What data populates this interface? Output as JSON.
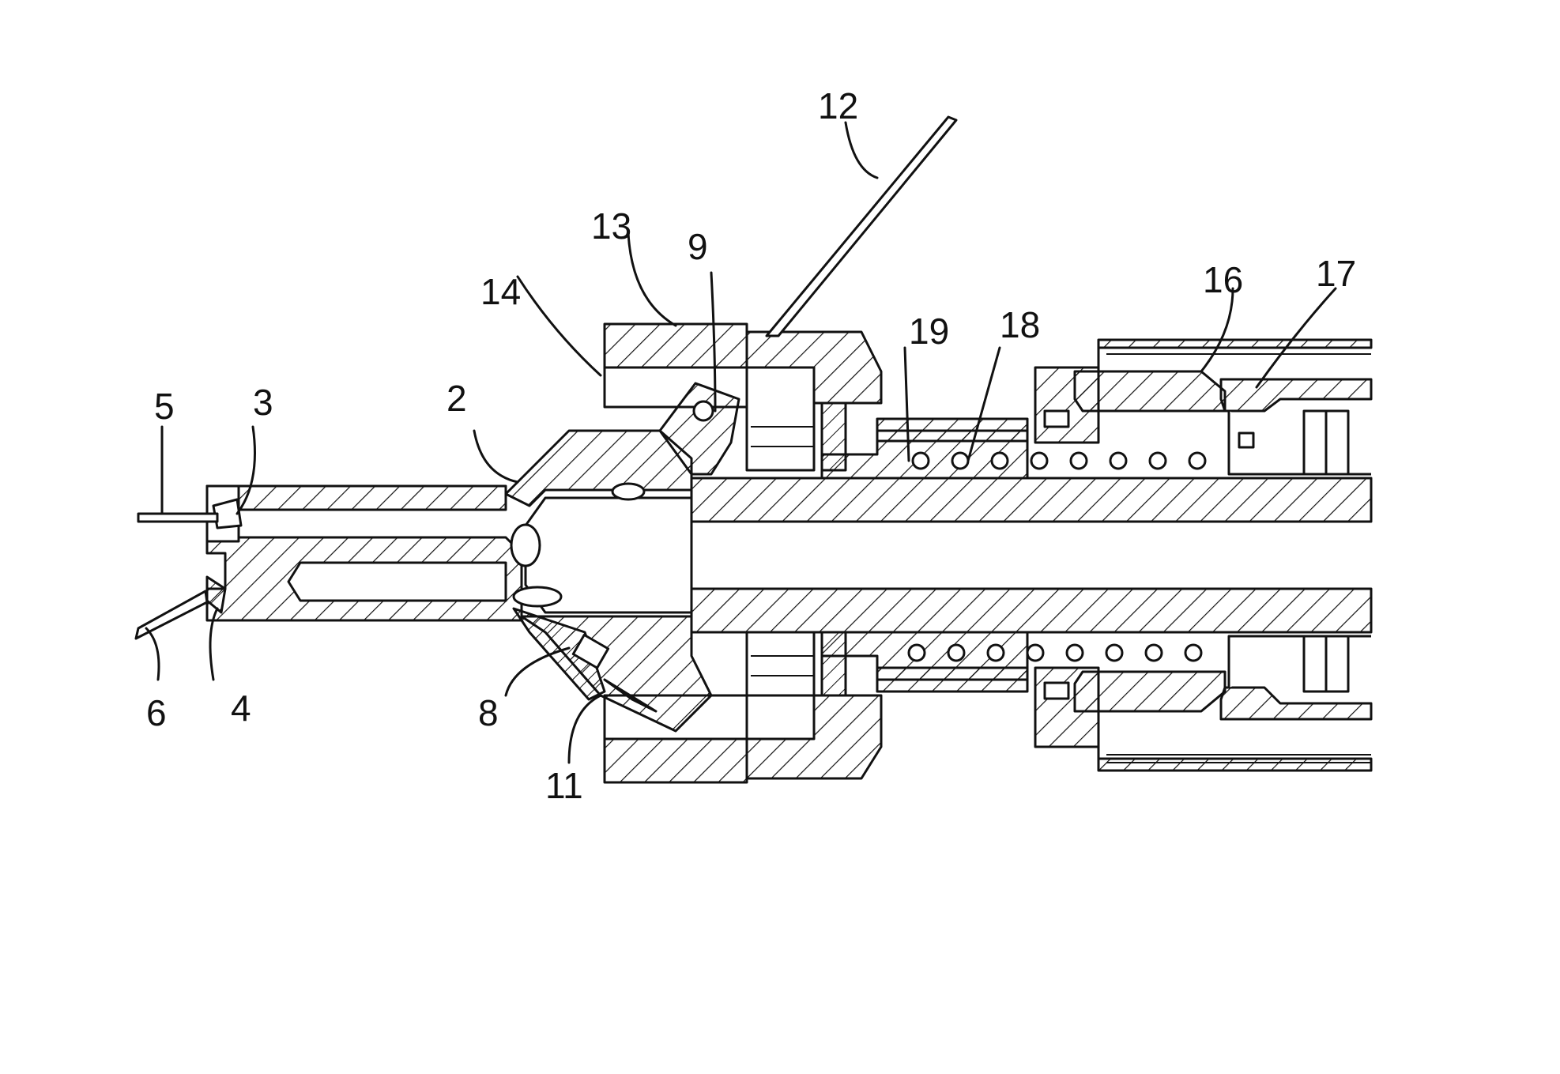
{
  "figure": {
    "background": "#ffffff",
    "line_color": "#111111",
    "reference_numerals": {
      "n2": "2",
      "n3": "3",
      "n4": "4",
      "n5": "5",
      "n6": "6",
      "n8": "8",
      "n9": "9",
      "n11": "11",
      "n12": "12",
      "n13": "13",
      "n14": "14",
      "n16": "16",
      "n17": "17",
      "n18": "18",
      "n19": "19"
    }
  }
}
